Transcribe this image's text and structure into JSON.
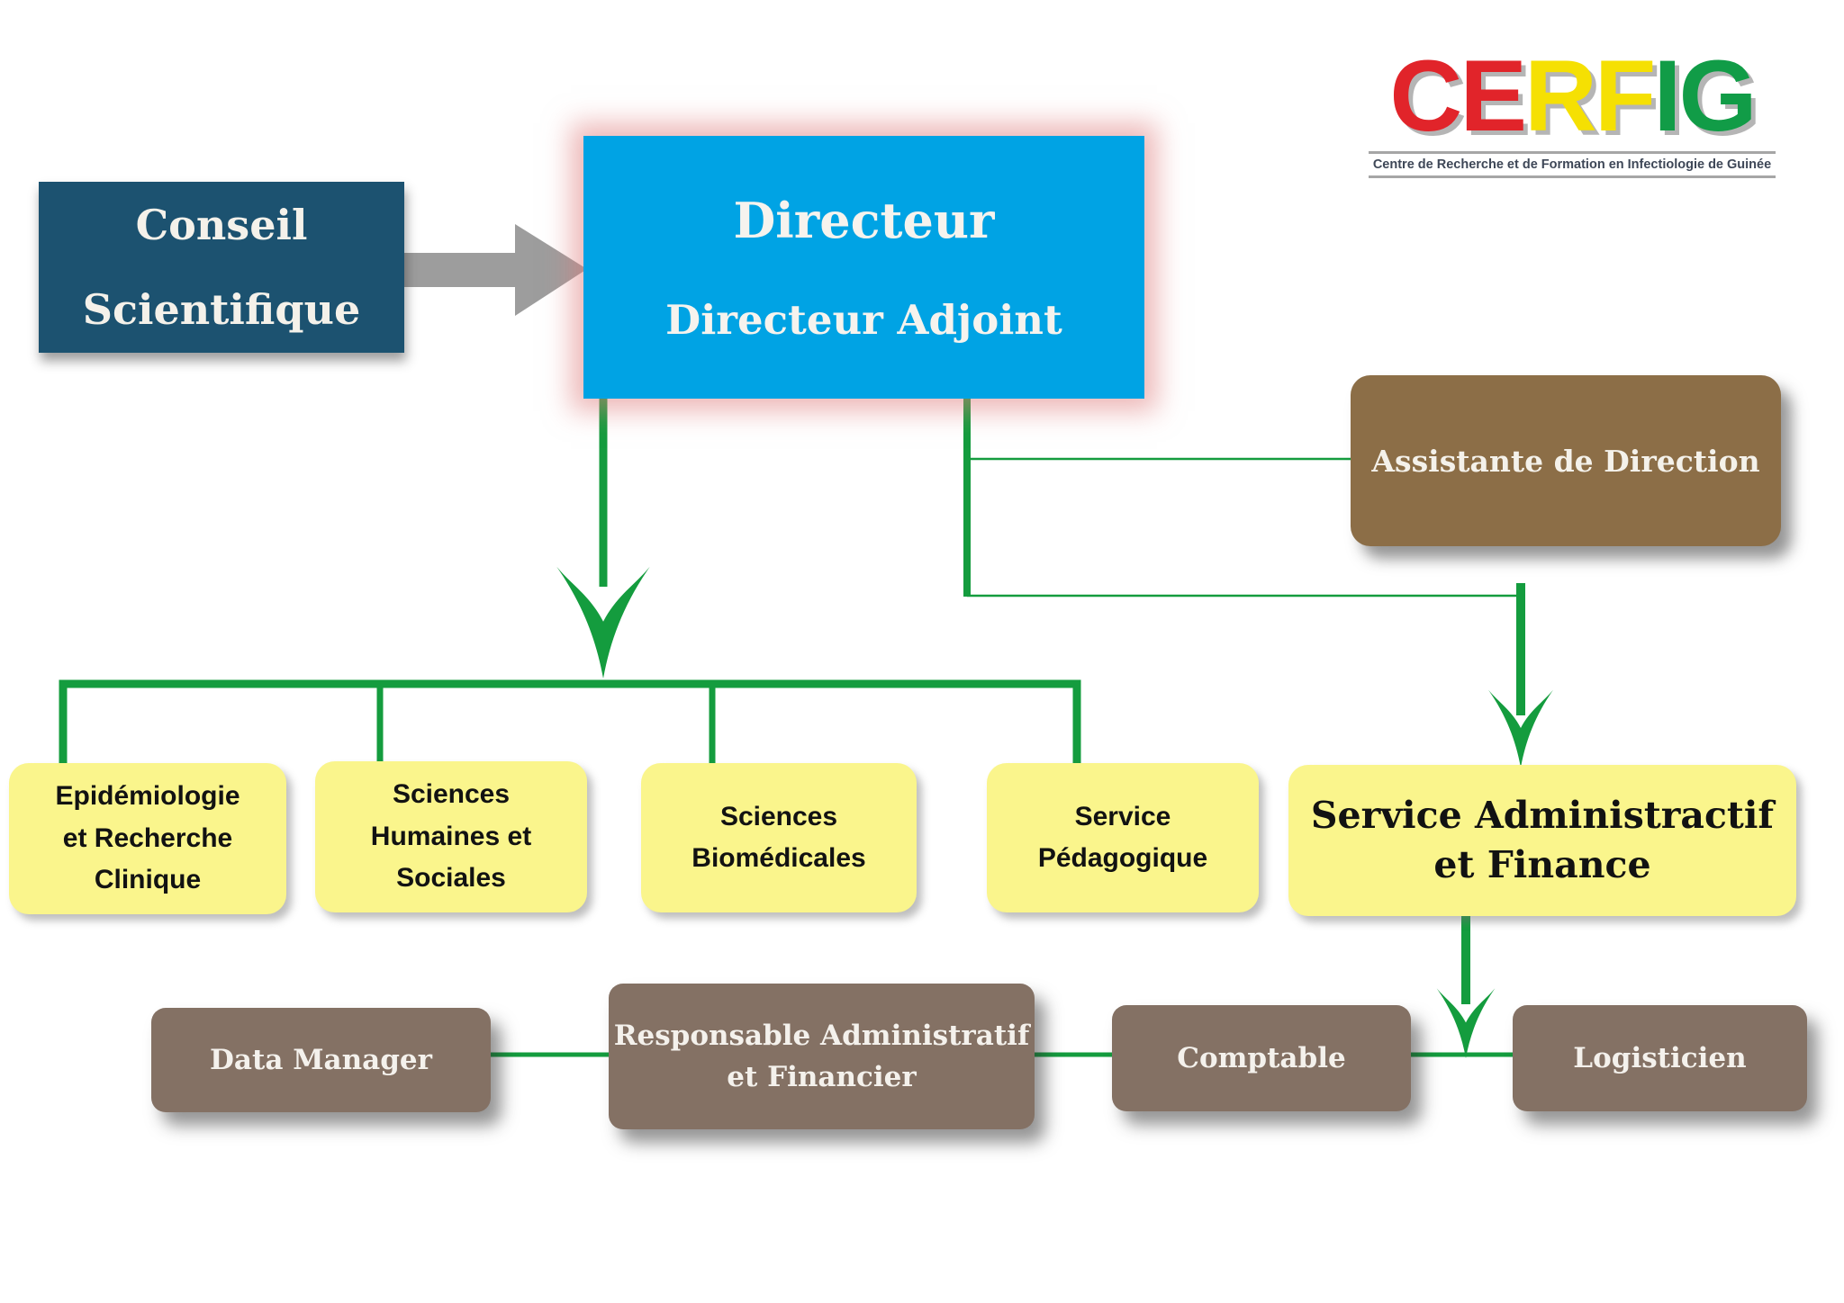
{
  "colors": {
    "conseil_blue": "#1C5270",
    "directeur_blue": "#00A3E4",
    "glow_pink": "#DE8F8F",
    "assistant_brown": "#8C6E47",
    "staff_brown": "#847164",
    "dept_yellow": "#FAF58C",
    "accent_green": "#149C3E",
    "arrow_gray": "#9D9D9D",
    "logo_gray": "#B5B5B5",
    "tagline_color": "#3E4757"
  },
  "logo": {
    "letters": [
      {
        "ch": "C",
        "color": "#E1242A"
      },
      {
        "ch": "E",
        "color": "#E1242A"
      },
      {
        "ch": "R",
        "color": "#F5E003"
      },
      {
        "ch": "F",
        "color": "#F5E003"
      },
      {
        "ch": "I",
        "color": "#119C47"
      },
      {
        "ch": "G",
        "color": "#119C47"
      }
    ],
    "tagline": "Centre de Recherche et de Formation en Infectiologie de Guinée"
  },
  "nodes": {
    "conseil": {
      "label": "Conseil\nScientifique"
    },
    "directeur": {
      "title": "Directeur",
      "subtitle": "Directeur Adjoint"
    },
    "assistante": {
      "label": "Assistante de Direction"
    },
    "departments": [
      {
        "id": "epidemiologie-recherche-clinique",
        "label": "Epidémiologie\net Recherche\nClinique"
      },
      {
        "id": "sciences-humaines-sociales",
        "label": "Sciences\nHumaines et\nSociales"
      },
      {
        "id": "sciences-biomedicales",
        "label": "Sciences\nBiomédicales"
      },
      {
        "id": "service-pedagogique",
        "label": "Service\nPédagogique"
      },
      {
        "id": "service-administractif-finance",
        "label": "Service Administractif\net Finance"
      }
    ],
    "staff": [
      {
        "id": "data-manager",
        "label": "Data Manager"
      },
      {
        "id": "responsable-administratif-financier",
        "label": "Responsable Administratif\net Financier"
      },
      {
        "id": "comptable",
        "label": "Comptable"
      },
      {
        "id": "logisticien",
        "label": "Logisticien"
      }
    ]
  }
}
